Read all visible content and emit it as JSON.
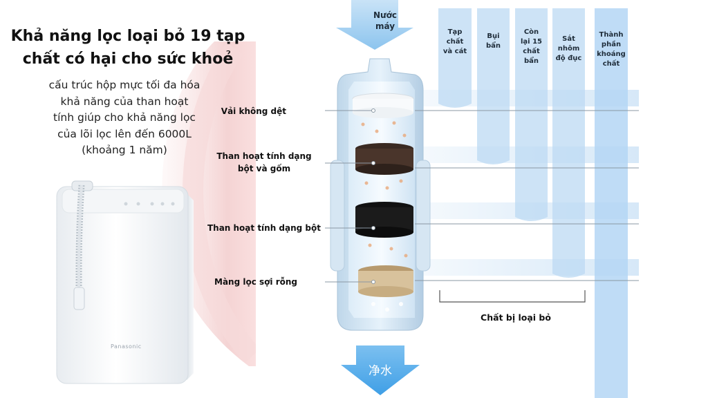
{
  "headline": {
    "line1": "Khả năng lọc loại bỏ 19 tạp",
    "line2": "chất có hại cho sức khoẻ"
  },
  "description": [
    "cấu trúc hộp mực tối đa hóa",
    "khả năng của than hoạt",
    "tính giúp cho khả năng lọc",
    "của lõi lọc lên đến 6000L",
    "(khoảng 1 năm)"
  ],
  "product": {
    "brand_text": "Panasonic"
  },
  "diagram": {
    "inlet_label": [
      "Nước",
      "máy"
    ],
    "outlet_label": "净水",
    "layers": [
      {
        "label": [
          "Vải không dệt"
        ]
      },
      {
        "label": [
          "Than hoạt tính dạng",
          "bột và gốm"
        ]
      },
      {
        "label": [
          "Than hoạt tính dạng bột"
        ]
      },
      {
        "label": [
          "Màng lọc sợi rỗng"
        ]
      }
    ],
    "columns": [
      {
        "label": [
          "Tạp",
          "chất",
          "và cát"
        ]
      },
      {
        "label": [
          "Bụi",
          "bẩn"
        ]
      },
      {
        "label": [
          "Còn",
          "lại 15",
          "chất",
          "bẩn"
        ]
      },
      {
        "label": [
          "Sắt",
          "nhôm",
          "độ đục"
        ]
      },
      {
        "label": [
          "Thành",
          "phần",
          "khoáng",
          "chất"
        ]
      }
    ],
    "removed_label": "Chất bị loại bỏ"
  },
  "colors": {
    "accent_red": "#e23b3b",
    "water_blue": "#6fb4e6",
    "column_blue": "#bcd9f3"
  }
}
